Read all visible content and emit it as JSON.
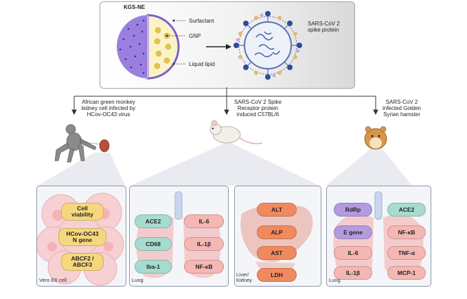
{
  "top": {
    "kgs_ne": "KGS-NE",
    "surfactant": "Surfactant",
    "gnp": "GNP",
    "liquid_lipid": "Liquid lipid",
    "sars_line1": "SARS-CoV 2",
    "sars_line2": "spike protein"
  },
  "branches": {
    "monkey": [
      "African green monkey",
      "kidney cell infected by",
      "HCov-OC43 virus"
    ],
    "mouse": [
      "SARS-CoV 2 Spike",
      "Receptor protein",
      "induced C57BL/6"
    ],
    "hamster": [
      "SARS-CoV 2",
      "infected Golden",
      "Syrian hamster"
    ]
  },
  "panel1": {
    "corner": "Vero E6 cell",
    "pills": [
      {
        "lines": [
          "Cell",
          "viability"
        ]
      },
      {
        "lines": [
          "HCov-OC43",
          "N gene"
        ]
      },
      {
        "lines": [
          "ABCF2 /",
          "ABCF3"
        ]
      }
    ]
  },
  "panel2": {
    "corner": "Lung",
    "left": [
      "ACE2",
      "CD68",
      "Iba-1"
    ],
    "right": [
      "IL-6",
      "IL-1β",
      "NF-κB"
    ]
  },
  "panel3": {
    "corner_line1": "Liver/",
    "corner_line2": "Kidney",
    "pills": [
      "ALT",
      "ALP",
      "AST",
      "LDH"
    ]
  },
  "panel4": {
    "corner": "Lung",
    "left": [
      "RdRp",
      "E gene",
      "IL-6",
      "IL-1β"
    ],
    "right": [
      "ACE2",
      "NF-κB",
      "TNF-α",
      "MCP-1"
    ]
  }
}
